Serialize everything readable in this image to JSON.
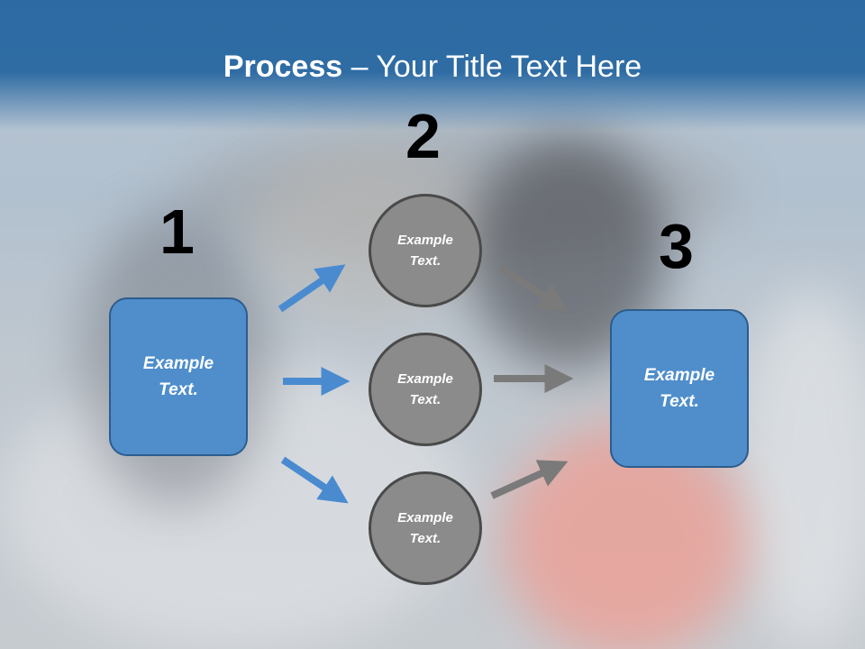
{
  "slide": {
    "title_bold": "Process",
    "title_rest": " – Your Title Text Here",
    "step_numbers": [
      "1",
      "2",
      "3"
    ],
    "left_box_text": "Example Text.",
    "right_box_text": "Example Text.",
    "circles": [
      {
        "text": "Example Text."
      },
      {
        "text": "Example Text."
      },
      {
        "text": "Example Text."
      }
    ]
  },
  "colors": {
    "header": "#2f6ca4",
    "box_fill": "#4f8ecb",
    "box_border": "#2d5c8d",
    "circle_fill": "#8b8b8b",
    "circle_border": "#4a4a4a",
    "blue_arrow": "#4a8bd0",
    "gray_arrow": "#7a7a7a"
  }
}
